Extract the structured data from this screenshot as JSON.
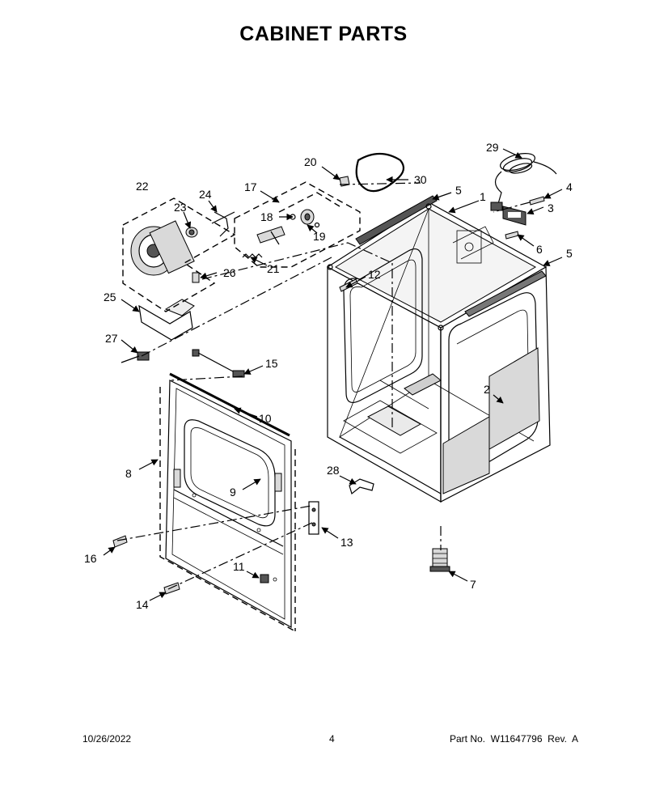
{
  "page": {
    "title": "CABINET PARTS",
    "footer_date": "10/26/2022",
    "footer_page": "4",
    "footer_part": "Part No.  W11647796  Rev.  A"
  },
  "callouts": [
    "1",
    "2",
    "3",
    "4",
    "5",
    "5",
    "6",
    "7",
    "8",
    "9",
    "10",
    "11",
    "12",
    "13",
    "14",
    "15",
    "16",
    "17",
    "18",
    "19",
    "20",
    "21",
    "22",
    "23",
    "24",
    "25",
    "26",
    "27",
    "28",
    "29",
    "30"
  ]
}
